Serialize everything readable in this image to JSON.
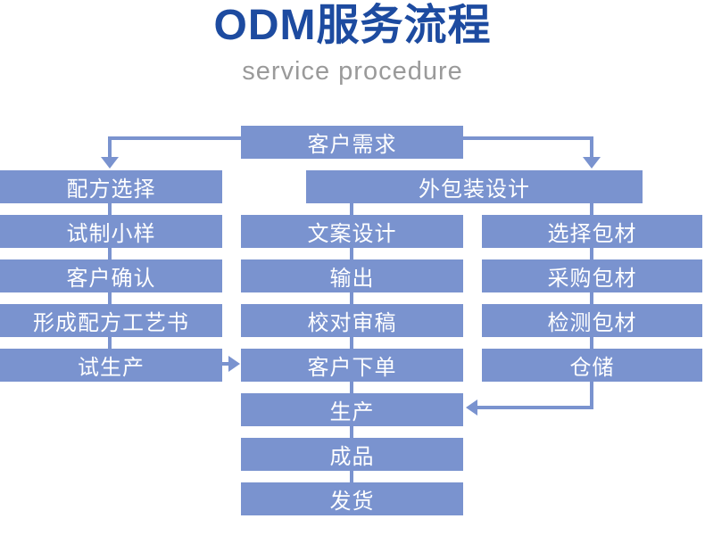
{
  "header": {
    "title": "ODM服务流程",
    "subtitle": "service procedure"
  },
  "flow": {
    "customer_needs": "客户需求",
    "left": [
      "配方选择",
      "试制小样",
      "客户确认",
      "形成配方工艺书",
      "试生产"
    ],
    "packaging_design": "外包装设计",
    "middle": [
      "文案设计",
      "输出",
      "校对审稿",
      "客户下单",
      "生产",
      "成品",
      "发货"
    ],
    "right": [
      "选择包材",
      "采购包材",
      "检测包材",
      "仓储"
    ]
  },
  "colors": {
    "box": "#7a93cf",
    "box_text": "#ffffff",
    "title": "#1d4ba0",
    "subtitle": "#9a9a9a"
  }
}
